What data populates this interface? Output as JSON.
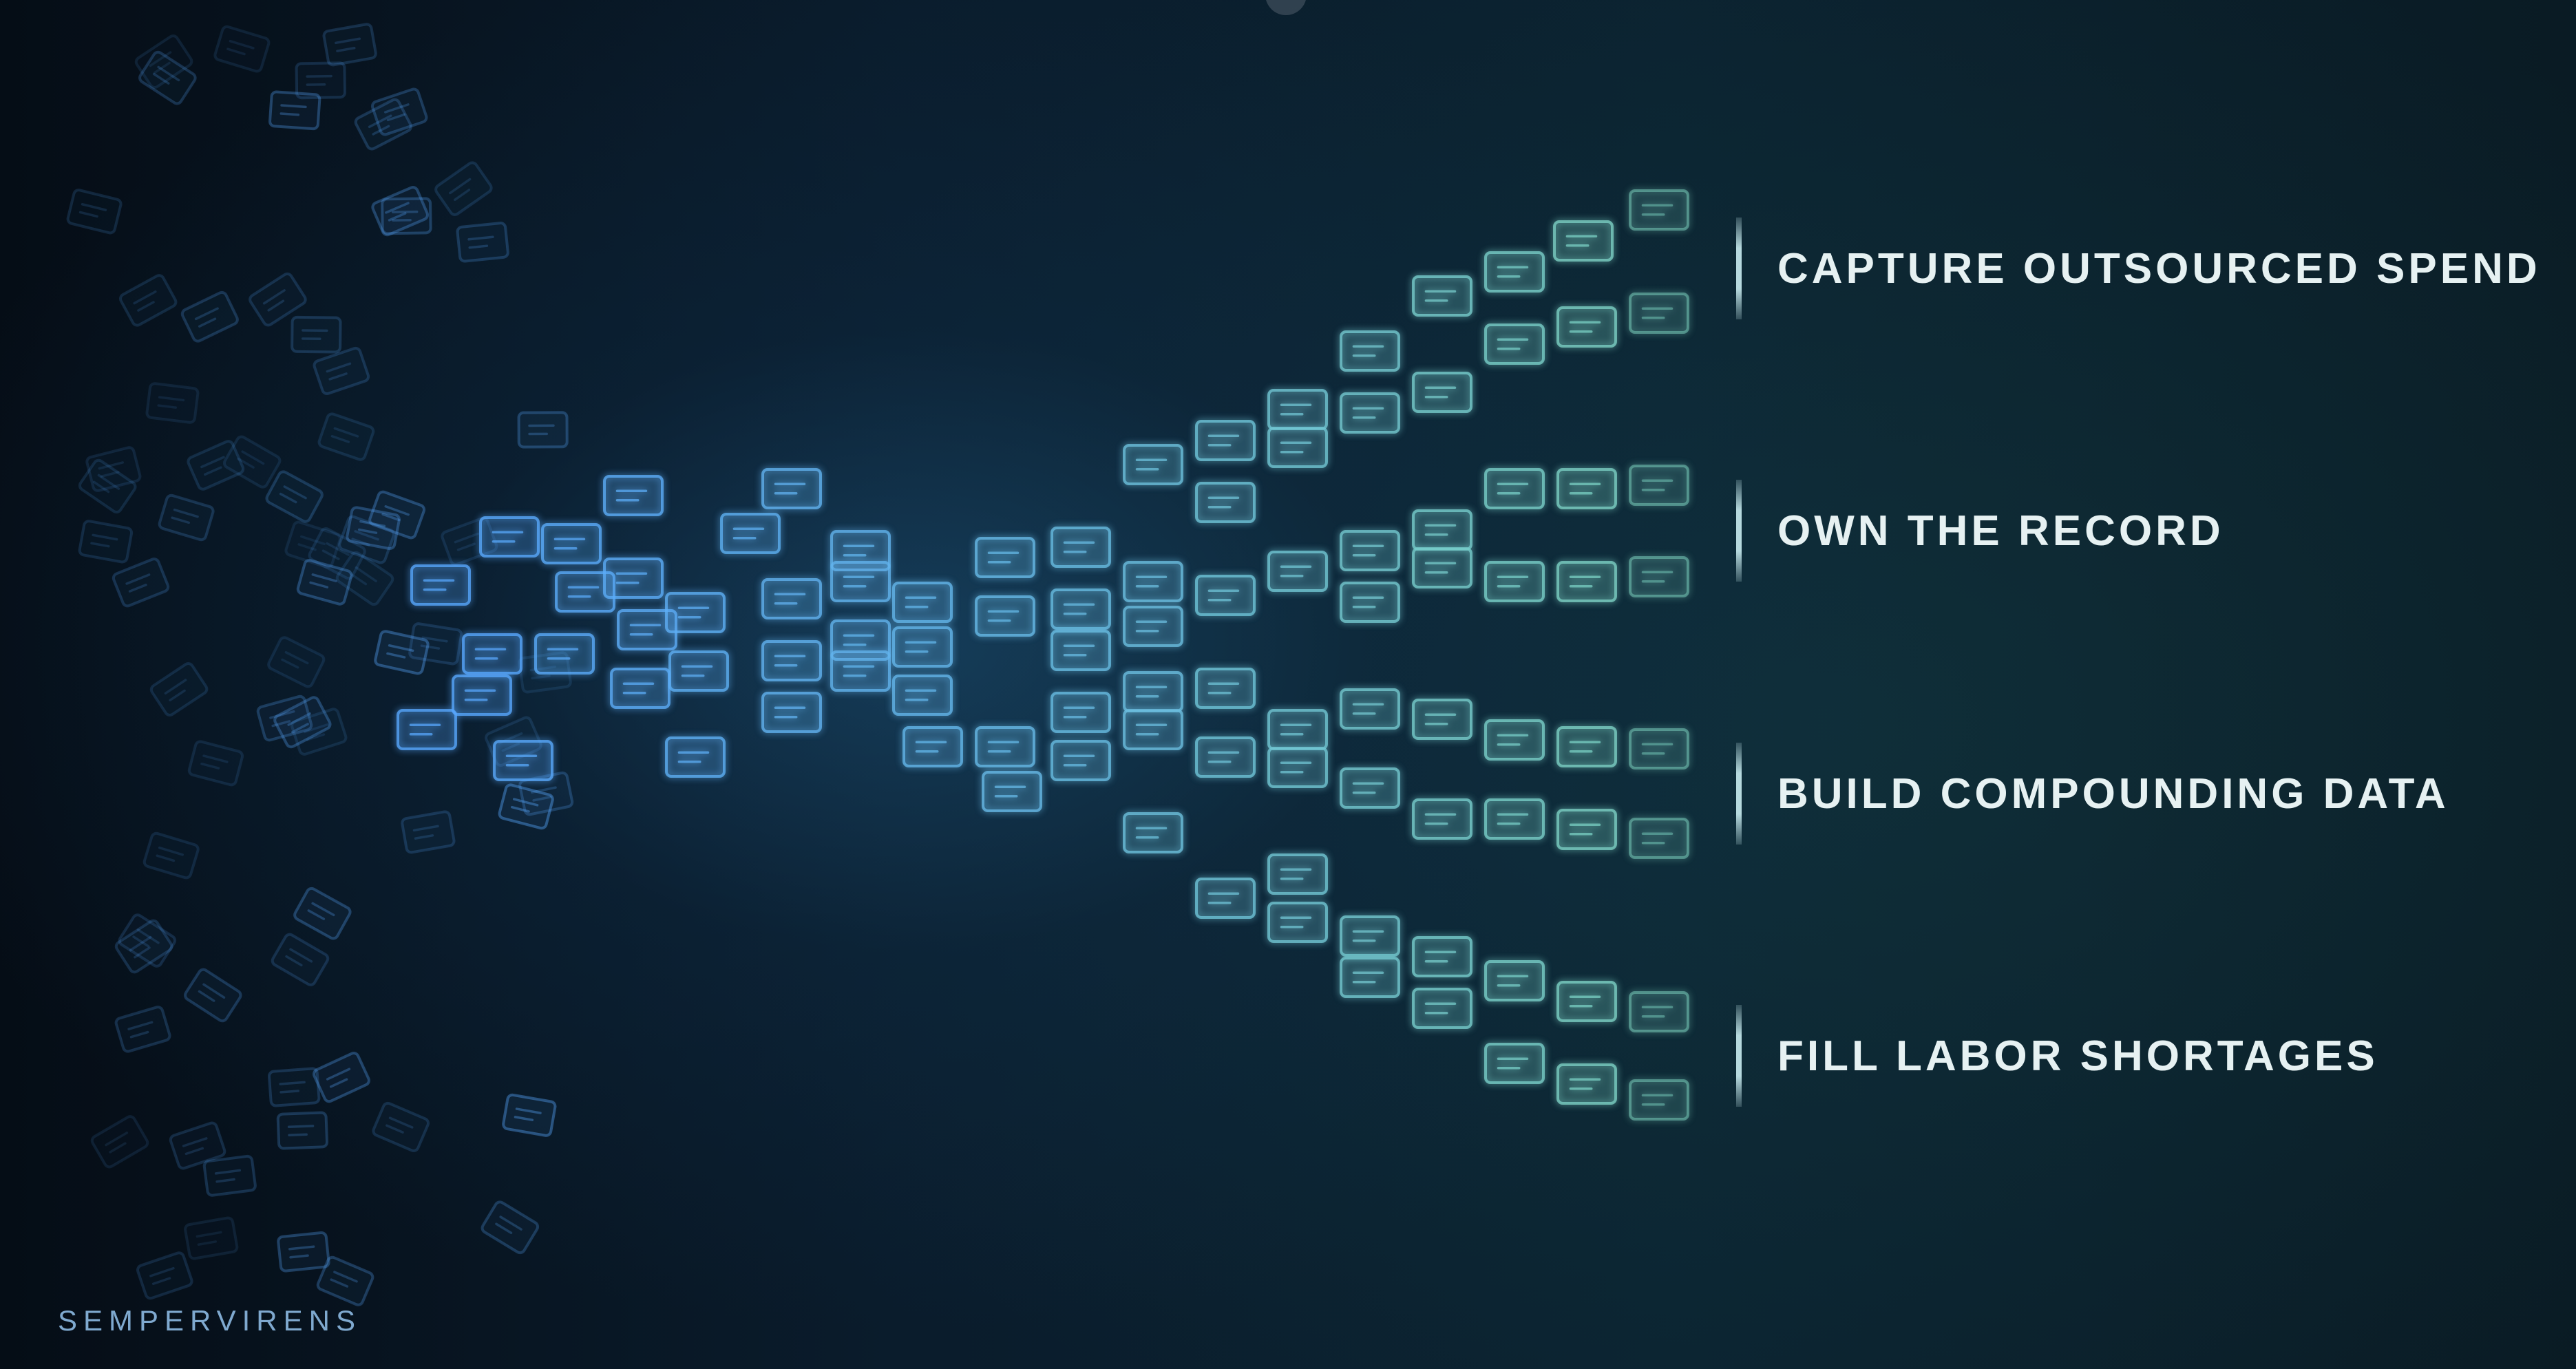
{
  "labels": [
    "CAPTURE OUTSOURCED SPEND",
    "OWN THE RECORD",
    "BUILD COMPOUNDING DATA",
    "FILL LABOR SHORTAGES"
  ],
  "brand": "SEMPERVIRENS",
  "colors": {
    "card_blue": "#59a9ff",
    "card_teal": "#7fd6c2",
    "label_text": "#e6f1f2",
    "brand_text": "#7fa9cf"
  }
}
